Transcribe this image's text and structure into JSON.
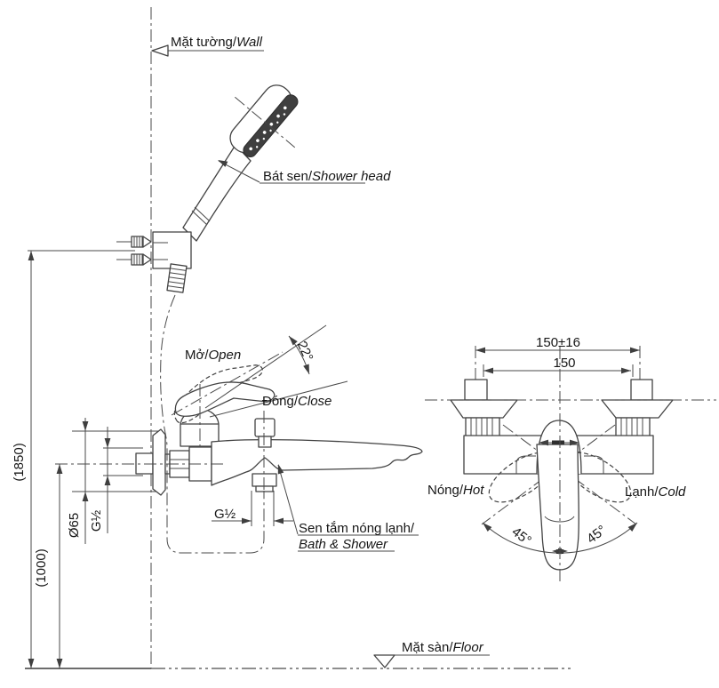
{
  "labels": {
    "wall": {
      "vi": "Mặt tường/",
      "en": "Wall"
    },
    "shower_head": {
      "vi": "Bát sen/",
      "en": "Shower head"
    },
    "open": {
      "vi": "Mở/",
      "en": "Open"
    },
    "close": {
      "vi": "Đóng/",
      "en": "Close"
    },
    "bath_shower": {
      "vi": "Sen tắm nóng lạnh/",
      "en": "Bath & Shower"
    },
    "hot": {
      "vi": "Nóng/",
      "en": "Hot"
    },
    "cold": {
      "vi": "Lạnh/",
      "en": "Cold"
    },
    "floor": {
      "vi": "Mặt sàn/",
      "en": "Floor"
    }
  },
  "dimensions": {
    "shower_height": "(1850)",
    "mixer_height": "(1000)",
    "flange_diameter": "Ø65",
    "inlet_thread": "G½",
    "outlet_thread": "G½",
    "center_distance_tolerance": "150±16",
    "center_distance": "150",
    "open_angle": "22°",
    "hot_angle": "45°",
    "cold_angle": "45°"
  },
  "colors": {
    "line": "#424242",
    "text": "#161616",
    "background": "#ffffff"
  }
}
